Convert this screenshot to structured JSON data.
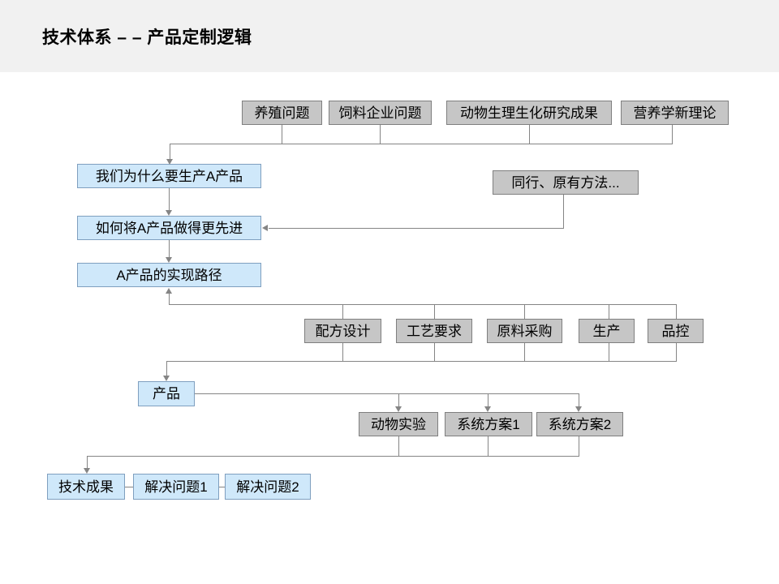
{
  "slide": {
    "title": "技术体系 – – 产品定制逻辑"
  },
  "colors": {
    "header_bg": "#f1f1f1",
    "body_bg": "#ffffff",
    "gray_fill": "#c6c6c6",
    "gray_border": "#7f7f7f",
    "blue_fill": "#cfe8fa",
    "blue_border": "#7f9fbf",
    "connector": "#858585",
    "text": "#000000"
  },
  "diagram": {
    "inputs": [
      {
        "label": "养殖问题"
      },
      {
        "label": "饲料企业问题"
      },
      {
        "label": "动物生理生化研究成果"
      },
      {
        "label": "营养学新理论"
      }
    ],
    "questions": [
      {
        "label": "我们为什么要生产A产品"
      },
      {
        "label": "如何将A产品做得更先进"
      },
      {
        "label": "A产品的实现路径"
      }
    ],
    "reference": {
      "label": "同行、原有方法..."
    },
    "process_steps": [
      {
        "label": "配方设计"
      },
      {
        "label": "工艺要求"
      },
      {
        "label": "原料采购"
      },
      {
        "label": "生产"
      },
      {
        "label": "品控"
      }
    ],
    "product": {
      "label": "产品"
    },
    "validation": [
      {
        "label": "动物实验"
      },
      {
        "label": "系统方案1"
      },
      {
        "label": "系统方案2"
      }
    ],
    "outcomes": [
      {
        "label": "技术成果"
      },
      {
        "label": "解决问题1"
      },
      {
        "label": "解决问题2"
      }
    ]
  }
}
